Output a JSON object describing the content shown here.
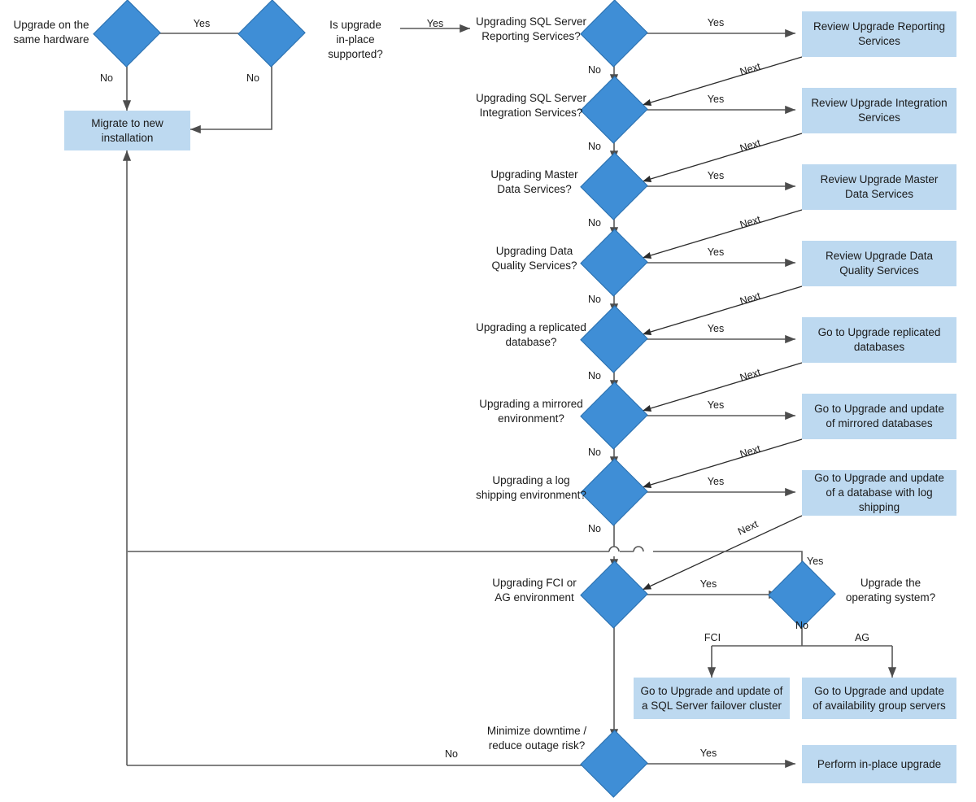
{
  "diagram": {
    "title": "SQL Server upgrade decision flowchart",
    "colors": {
      "decision_fill": "#3f8ed6",
      "decision_stroke": "#2b6fad",
      "process_fill": "#bdd9f0",
      "line": "#595959",
      "text": "#1a1a1a",
      "background": "#ffffff"
    }
  },
  "decisions": {
    "same_hardware": "Upgrade on the\nsame hardware",
    "in_place_supported": "Is upgrade\nin-place supported?",
    "ssrs": "Upgrading SQL Server\nReporting Services?",
    "ssis": "Upgrading SQL Server\nIntegration Services?",
    "mds": "Upgrading Master\nData Services?",
    "dqs": "Upgrading Data\nQuality Services?",
    "replicated": "Upgrading a replicated\ndatabase?",
    "mirrored": "Upgrading a mirrored\nenvironment?",
    "logshipping": "Upgrading a log\nshipping environment?",
    "fci_ag": "Upgrading FCI or\nAG environment",
    "upgrade_os": "Upgrade the\noperating system?",
    "minimize_downtime": "Minimize downtime /\nreduce outage risk?"
  },
  "processes": {
    "migrate": "Migrate to\nnew installation",
    "review_ssrs": "Review Upgrade\nReporting Services",
    "review_ssis": "Review Upgrade\nIntegration Services",
    "review_mds": "Review Upgrade Master\nData Services",
    "review_dqs": "Review Upgrade Data\nQuality Services",
    "goto_replicated": "Go to Upgrade\nreplicated databases",
    "goto_mirrored": "Go to Upgrade and update\nof mirrored databases",
    "goto_logshipping": "Go to Upgrade and update of\na database with log shipping",
    "goto_fci": "Go to Upgrade and update of\na SQL Server failover cluster",
    "goto_ag": "Go to Upgrade and update of\navailability group servers",
    "inplace": "Perform in-place upgrade"
  },
  "edge_labels": {
    "yes": "Yes",
    "no": "No",
    "next": "Next",
    "fci": "FCI",
    "ag": "AG"
  },
  "chart_data": {
    "type": "flowchart",
    "nodes": [
      {
        "id": "same_hardware",
        "kind": "decision",
        "label": "Upgrade on the same hardware"
      },
      {
        "id": "in_place_supported",
        "kind": "decision",
        "label": "Is upgrade in-place supported?"
      },
      {
        "id": "migrate",
        "kind": "process",
        "label": "Migrate to new installation"
      },
      {
        "id": "ssrs",
        "kind": "decision",
        "label": "Upgrading SQL Server Reporting Services?"
      },
      {
        "id": "review_ssrs",
        "kind": "process",
        "label": "Review Upgrade Reporting Services"
      },
      {
        "id": "ssis",
        "kind": "decision",
        "label": "Upgrading SQL Server Integration Services?"
      },
      {
        "id": "review_ssis",
        "kind": "process",
        "label": "Review Upgrade Integration Services"
      },
      {
        "id": "mds",
        "kind": "decision",
        "label": "Upgrading Master Data Services?"
      },
      {
        "id": "review_mds",
        "kind": "process",
        "label": "Review Upgrade Master Data Services"
      },
      {
        "id": "dqs",
        "kind": "decision",
        "label": "Upgrading Data Quality Services?"
      },
      {
        "id": "review_dqs",
        "kind": "process",
        "label": "Review Upgrade Data Quality Services"
      },
      {
        "id": "replicated",
        "kind": "decision",
        "label": "Upgrading a replicated database?"
      },
      {
        "id": "goto_replicated",
        "kind": "process",
        "label": "Go to Upgrade replicated databases"
      },
      {
        "id": "mirrored",
        "kind": "decision",
        "label": "Upgrading a mirrored environment?"
      },
      {
        "id": "goto_mirrored",
        "kind": "process",
        "label": "Go to Upgrade and update of mirrored databases"
      },
      {
        "id": "logshipping",
        "kind": "decision",
        "label": "Upgrading a log shipping environment?"
      },
      {
        "id": "goto_logshipping",
        "kind": "process",
        "label": "Go to Upgrade and update of a database with log shipping"
      },
      {
        "id": "fci_ag",
        "kind": "decision",
        "label": "Upgrading FCI or AG environment"
      },
      {
        "id": "upgrade_os",
        "kind": "decision",
        "label": "Upgrade the operating system?"
      },
      {
        "id": "goto_fci",
        "kind": "process",
        "label": "Go to Upgrade and update of a SQL Server failover cluster"
      },
      {
        "id": "goto_ag",
        "kind": "process",
        "label": "Go to Upgrade and update of availability group servers"
      },
      {
        "id": "minimize_downtime",
        "kind": "decision",
        "label": "Minimize downtime / reduce outage risk?"
      },
      {
        "id": "inplace",
        "kind": "process",
        "label": "Perform in-place upgrade"
      }
    ],
    "edges": [
      {
        "from": "same_hardware",
        "to": "in_place_supported",
        "label": "Yes"
      },
      {
        "from": "same_hardware",
        "to": "migrate",
        "label": "No"
      },
      {
        "from": "in_place_supported",
        "to": "ssrs",
        "label": "Yes"
      },
      {
        "from": "in_place_supported",
        "to": "migrate",
        "label": "No"
      },
      {
        "from": "ssrs",
        "to": "review_ssrs",
        "label": "Yes"
      },
      {
        "from": "ssrs",
        "to": "ssis",
        "label": "No"
      },
      {
        "from": "review_ssrs",
        "to": "ssis",
        "label": "Next"
      },
      {
        "from": "ssis",
        "to": "review_ssis",
        "label": "Yes"
      },
      {
        "from": "ssis",
        "to": "mds",
        "label": "No"
      },
      {
        "from": "review_ssis",
        "to": "mds",
        "label": "Next"
      },
      {
        "from": "mds",
        "to": "review_mds",
        "label": "Yes"
      },
      {
        "from": "mds",
        "to": "dqs",
        "label": "No"
      },
      {
        "from": "review_mds",
        "to": "dqs",
        "label": "Next"
      },
      {
        "from": "dqs",
        "to": "review_dqs",
        "label": "Yes"
      },
      {
        "from": "dqs",
        "to": "replicated",
        "label": "No"
      },
      {
        "from": "review_dqs",
        "to": "replicated",
        "label": "Next"
      },
      {
        "from": "replicated",
        "to": "goto_replicated",
        "label": "Yes"
      },
      {
        "from": "replicated",
        "to": "mirrored",
        "label": "No"
      },
      {
        "from": "goto_replicated",
        "to": "mirrored",
        "label": "Next"
      },
      {
        "from": "mirrored",
        "to": "goto_mirrored",
        "label": "Yes"
      },
      {
        "from": "mirrored",
        "to": "logshipping",
        "label": "No"
      },
      {
        "from": "goto_mirrored",
        "to": "logshipping",
        "label": "Next"
      },
      {
        "from": "logshipping",
        "to": "goto_logshipping",
        "label": "Yes"
      },
      {
        "from": "logshipping",
        "to": "fci_ag",
        "label": "No"
      },
      {
        "from": "goto_logshipping",
        "to": "fci_ag",
        "label": "Next"
      },
      {
        "from": "fci_ag",
        "to": "upgrade_os",
        "label": "Yes"
      },
      {
        "from": "fci_ag",
        "to": "minimize_downtime",
        "label": ""
      },
      {
        "from": "upgrade_os",
        "to": "migrate",
        "label": "Yes"
      },
      {
        "from": "upgrade_os",
        "to": "goto_fci",
        "label": "FCI"
      },
      {
        "from": "upgrade_os",
        "to": "goto_ag",
        "label": "AG"
      },
      {
        "from": "minimize_downtime",
        "to": "inplace",
        "label": "Yes"
      },
      {
        "from": "minimize_downtime",
        "to": "migrate",
        "label": "No"
      }
    ]
  }
}
